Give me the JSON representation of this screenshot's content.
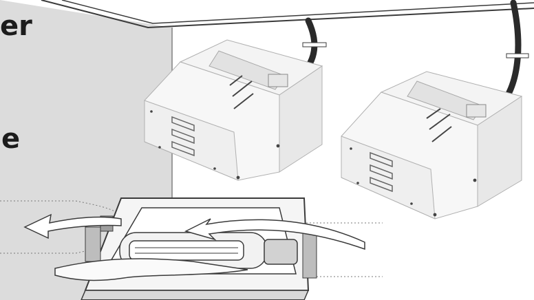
{
  "text": {
    "headline_fragment": "er",
    "side_fragment": "e"
  },
  "colors": {
    "wall": "#dcdcdc",
    "wall_edge": "#9a9a9a",
    "ceiling": "#f2f2f2",
    "housing": "#f4f4f4",
    "housing_shade": "#d6d6d6",
    "cable": "#2a2a2a",
    "outline": "#3a3a3a"
  },
  "icons": [
    "ballast-unit",
    "power-cable",
    "reflector-hood",
    "lamp-tube",
    "airflow-arrow"
  ]
}
